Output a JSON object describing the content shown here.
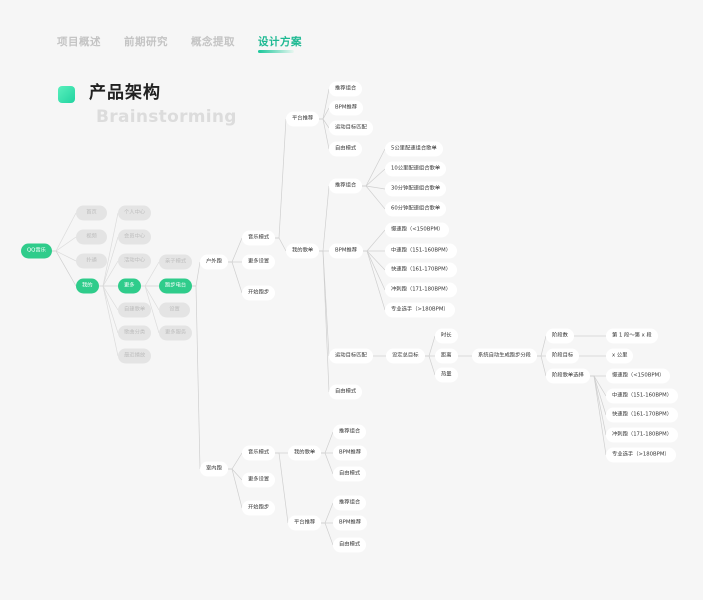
{
  "tabs": [
    {
      "label": "项目概述",
      "active": false
    },
    {
      "label": "前期研究",
      "active": false
    },
    {
      "label": "概念提取",
      "active": false
    },
    {
      "label": "设计方案",
      "active": true
    }
  ],
  "section": {
    "title": "产品架构",
    "background_word": "Brainstorming"
  },
  "colors": {
    "accent": "#2fcc8b",
    "tab_active": "#1db992",
    "dim_node": "#e4e4e4"
  },
  "nodes": [
    {
      "label": "QQ音乐",
      "state": "active"
    },
    {
      "label": "首页",
      "state": "dim"
    },
    {
      "label": "视频",
      "state": "dim"
    },
    {
      "label": "扑通",
      "state": "dim"
    },
    {
      "label": "我的",
      "state": "active"
    },
    {
      "label": "个人中心",
      "state": "dim"
    },
    {
      "label": "会员中心",
      "state": "dim"
    },
    {
      "label": "活动中心",
      "state": "dim"
    },
    {
      "label": "更多",
      "state": "active"
    },
    {
      "label": "自建歌单",
      "state": "dim"
    },
    {
      "label": "歌曲分类",
      "state": "dim"
    },
    {
      "label": "最近播放",
      "state": "dim"
    },
    {
      "label": "亲子模式",
      "state": "dim"
    },
    {
      "label": "跑步电台",
      "state": "active"
    },
    {
      "label": "设置",
      "state": "dim"
    },
    {
      "label": "更多服务",
      "state": "dim"
    },
    {
      "label": "户外跑",
      "state": "normal"
    },
    {
      "label": "室内跑",
      "state": "normal"
    },
    {
      "label": "音乐模式",
      "state": "normal"
    },
    {
      "label": "更多设置",
      "state": "normal"
    },
    {
      "label": "开始跑步",
      "state": "normal"
    },
    {
      "label": "平台推荐",
      "state": "normal"
    },
    {
      "label": "我的歌单",
      "state": "normal"
    },
    {
      "label": "推荐组合",
      "state": "normal"
    },
    {
      "label": "BPM推荐",
      "state": "normal"
    },
    {
      "label": "运动目标匹配",
      "state": "normal"
    },
    {
      "label": "自由模式",
      "state": "normal"
    },
    {
      "label": "推荐组合",
      "state": "normal"
    },
    {
      "label": "BPM推荐",
      "state": "normal"
    },
    {
      "label": "运动目标匹配",
      "state": "normal"
    },
    {
      "label": "自由模式",
      "state": "normal"
    },
    {
      "label": "5公里配速组合歌单",
      "state": "normal"
    },
    {
      "label": "10公里配速组合歌单",
      "state": "normal"
    },
    {
      "label": "30分钟配速组合歌单",
      "state": "normal"
    },
    {
      "label": "60分钟配速组合歌单",
      "state": "normal"
    },
    {
      "label": "慢速跑（<150BPM）",
      "state": "normal"
    },
    {
      "label": "中速跑（151-160BPM）",
      "state": "normal"
    },
    {
      "label": "快速跑（161-170BPM）",
      "state": "normal"
    },
    {
      "label": "冲刺跑（171-180BPM）",
      "state": "normal"
    },
    {
      "label": "专业选手（>180BPM）",
      "state": "normal"
    },
    {
      "label": "设定总目标",
      "state": "normal"
    },
    {
      "label": "时长",
      "state": "normal"
    },
    {
      "label": "距离",
      "state": "normal"
    },
    {
      "label": "热量",
      "state": "normal"
    },
    {
      "label": "系统自动生成跑步分段",
      "state": "normal"
    },
    {
      "label": "阶段数",
      "state": "normal"
    },
    {
      "label": "阶段目标",
      "state": "normal"
    },
    {
      "label": "阶段歌单选择",
      "state": "normal"
    },
    {
      "label": "第 1 段～第 x 段",
      "state": "normal"
    },
    {
      "label": "x 公里",
      "state": "normal"
    },
    {
      "label": "慢速跑（<150BPM）",
      "state": "normal"
    },
    {
      "label": "中速跑（151-160BPM）",
      "state": "normal"
    },
    {
      "label": "快速跑（161-170BPM）",
      "state": "normal"
    },
    {
      "label": "冲刺跑（171-180BPM）",
      "state": "normal"
    },
    {
      "label": "专业选手（>180BPM）",
      "state": "normal"
    },
    {
      "label": "音乐模式",
      "state": "normal"
    },
    {
      "label": "更多设置",
      "state": "normal"
    },
    {
      "label": "开始跑步",
      "state": "normal"
    },
    {
      "label": "我的歌单",
      "state": "normal"
    },
    {
      "label": "平台推荐",
      "state": "normal"
    },
    {
      "label": "推荐组合",
      "state": "normal"
    },
    {
      "label": "BPM推荐",
      "state": "normal"
    },
    {
      "label": "自由模式",
      "state": "normal"
    },
    {
      "label": "推荐组合",
      "state": "normal"
    },
    {
      "label": "BPM推荐",
      "state": "normal"
    },
    {
      "label": "自由模式",
      "state": "normal"
    }
  ]
}
